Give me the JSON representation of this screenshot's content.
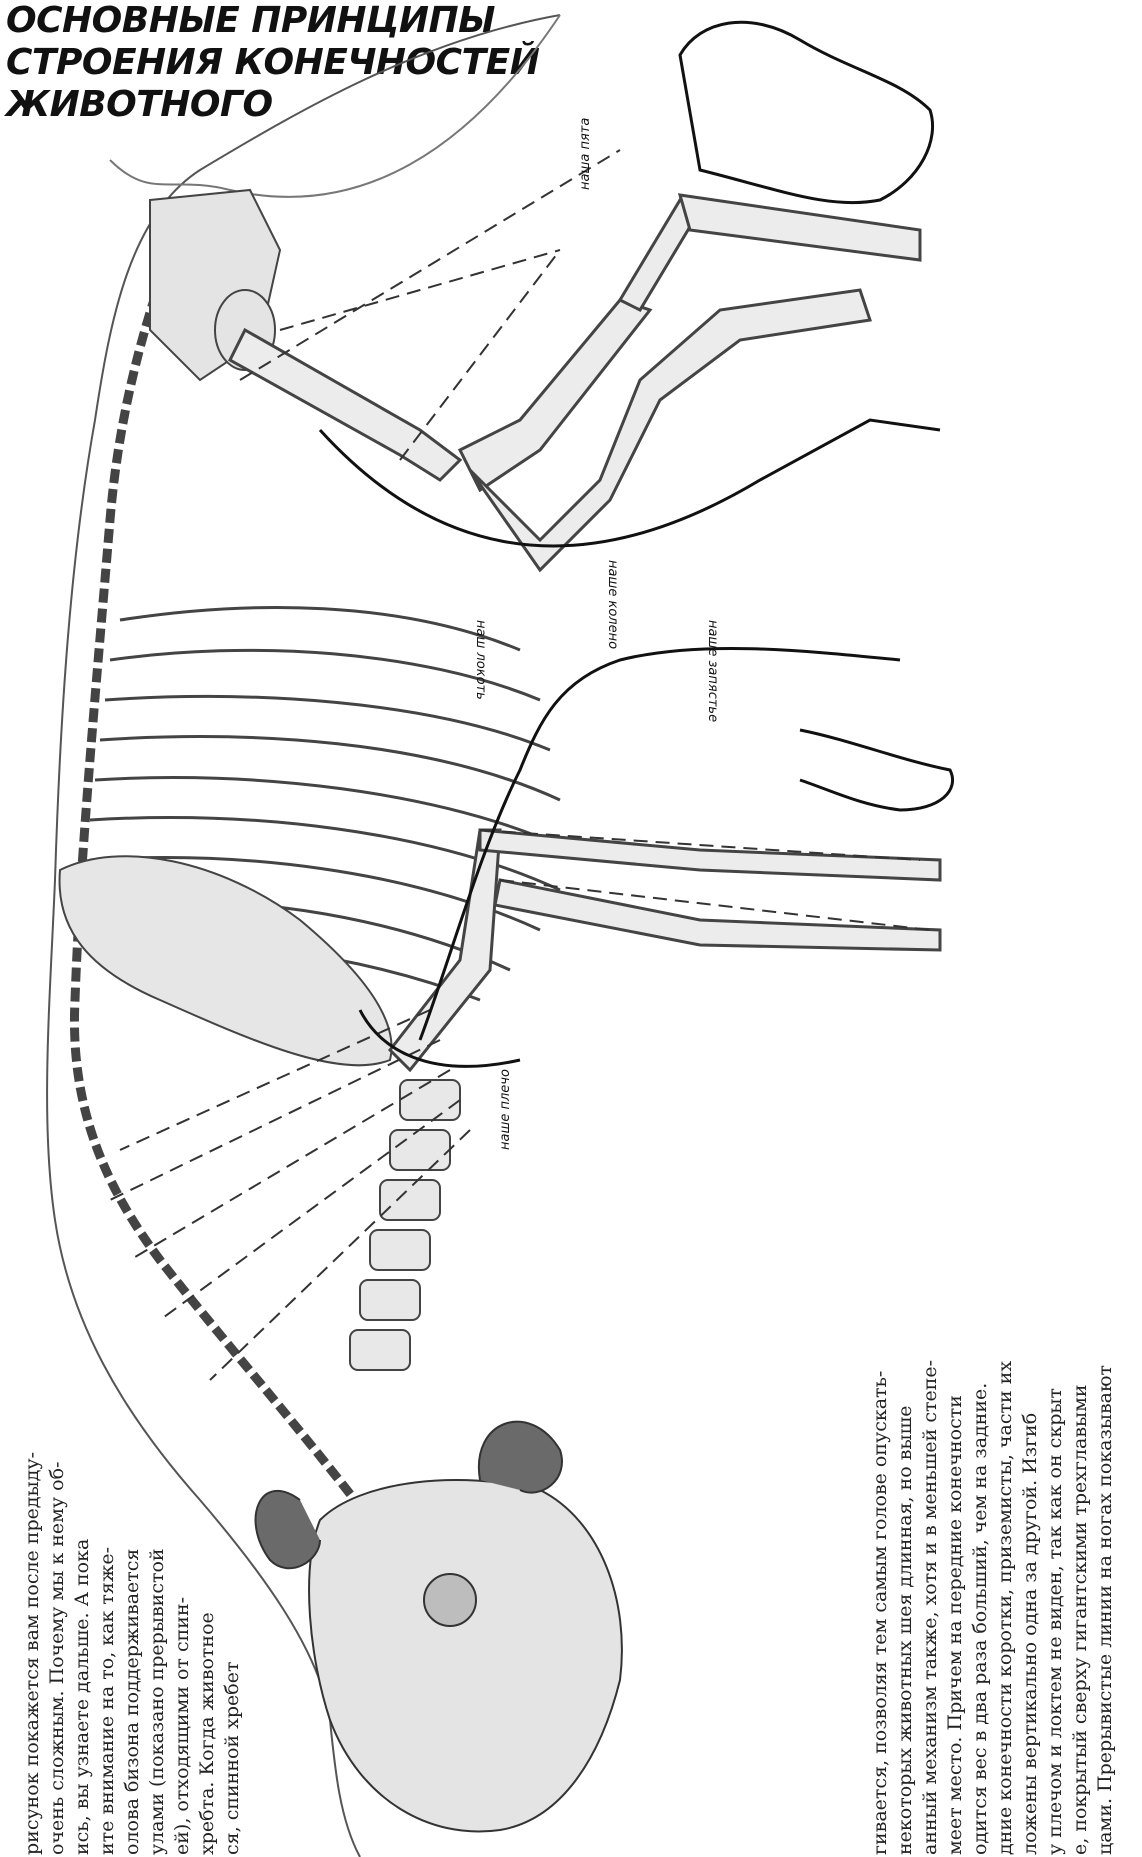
{
  "title": {
    "lines": [
      "ОСНОВНЫЕ ПРИНЦИПЫ",
      "СТРОЕНИЯ КОНЕЧНОСТЕЙ",
      "ЖИВОТНОГО"
    ]
  },
  "labels": {
    "our_heel": "наша пята",
    "our_knee": "наше колено",
    "our_elbow": "наш локоть",
    "our_wrist": "наше запястье",
    "our_shoulder": "наше плечо"
  },
  "text_left": {
    "lines": [
      "рисунок покажется вам после предыду-",
      "очень сложным. Почему мы к нему об-",
      "ись, вы узнаете дальше. А пока",
      "ите внимание на то, как тяже-",
      "олова бизона поддерживается",
      "улами (показано прерывистой",
      "ей), отходящими от спин-",
      "хребта. Когда животное",
      "ся, спинной хребет"
    ]
  },
  "text_right": {
    "lines": [
      "гивается, позволяя тем самым голове опускать-",
      "некоторых животных шея длинная, но выше",
      "анный механизм также, хотя и в меньшей степе-",
      "меет место. Причем на передние конечности",
      "одится вес в два раза больший, чем на задние.",
      "дние конечности коротки, приземисты, части их",
      "ложены вертикально одна за другой. Изгиб",
      "у плечом и локтем не виден, так как он скрыт",
      "е, покрытый сверху гигантскими трехглавыми",
      "цами. Прерывистые линии на ногах показывают"
    ]
  }
}
